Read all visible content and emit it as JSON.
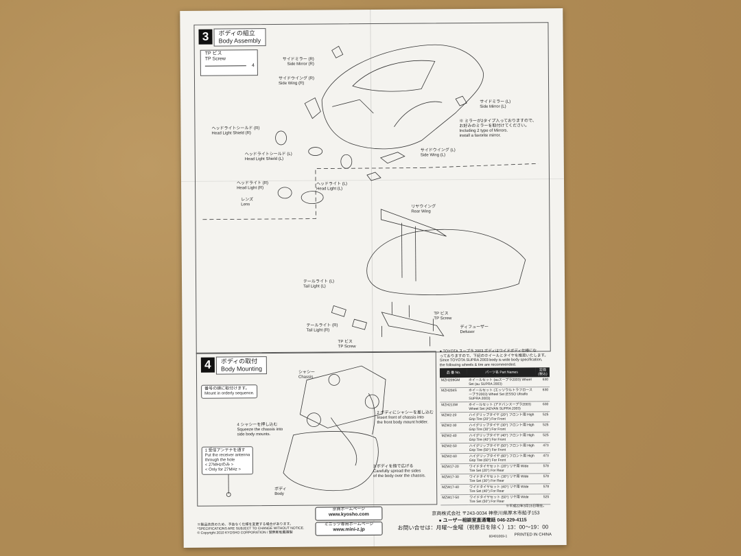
{
  "section3": {
    "number": "3",
    "title_jp": "ボディの組立",
    "title_en": "Body Assembly",
    "screw_box": {
      "jp": "TP ビス",
      "en": "TP Screw",
      "qty": "4"
    },
    "labels": {
      "side_mirror_r": [
        "サイドミラー (R)",
        "Side Mirror (R)"
      ],
      "side_wing_r": [
        "サイドウイング (R)",
        "Side Wing (R)"
      ],
      "side_mirror_l": [
        "サイドミラー (L)",
        "Side Mirror (L)"
      ],
      "headlight_shield_r": [
        "ヘッドライトシールド (R)",
        "Head Light Shield (R)"
      ],
      "headlight_shield_l": [
        "ヘッドライトシールド (L)",
        "Head Light Shield (L)"
      ],
      "side_wing_l": [
        "サイドウイング (L)",
        "Side Wing (L)"
      ],
      "headlight_r": [
        "ヘッドライト (R)",
        "Head Light (R)"
      ],
      "headlight_l": [
        "ヘッドライト (L)",
        "Head Light (L)"
      ],
      "lens": [
        "レンズ",
        "Lens"
      ],
      "rear_wing": [
        "リヤウイング",
        "Rear Wing"
      ],
      "tail_light_l": [
        "テールライト (L)",
        "Tail Light (L)"
      ],
      "tail_light_r": [
        "テールライト (R)",
        "Tail Light (R)"
      ],
      "tp_screw_a": [
        "TP ビス",
        "TP Screw"
      ],
      "tp_screw_b": [
        "TP ビス",
        "TP Screw"
      ],
      "diffuser": [
        "ディフューザー",
        "Defuser"
      ]
    },
    "mirror_note": [
      "※ ミラーが2タイプ入っておりますので、",
      "お好みのミラーを取付けてください。",
      "Including 2 type of Mirrors.",
      "install a favorite mirror."
    ]
  },
  "section4": {
    "number": "4",
    "title_jp": "ボディの取付",
    "title_en": "Body Mounting",
    "order_note": [
      "番号の順に取付けます。",
      "Mount in orderly sequence."
    ],
    "chassis": [
      "シャシー",
      "Chassis"
    ],
    "body": [
      "ボディ",
      "Body"
    ],
    "step1": [
      "1 受信アンテナを通す",
      "Put the receiver antenna",
      "through the hole",
      "< 27MHzのみ >",
      "< Only for 27MHz >"
    ],
    "step2": [
      "2 ボディにシャシーを差し込む",
      "Insert front of chassis into",
      "the front body mount holder."
    ],
    "step3": [
      "3 ボディを指で広げる",
      "Carefully spread the sides",
      "of the body over the chassis."
    ],
    "step4": [
      "4 シャシーを押し込む",
      "Squeeze the chassis into",
      "side body mounts."
    ]
  },
  "wide_body_note": [
    "● TOYOTA スープラ 2003 ボディはワイドボディ仕様にな",
    "っておりますので、下記のホイールとタイヤを推奨いたします。",
    "Since TOYOTA SUPRA 2003 body is wide body specification,",
    "the following wheels & tire are recommended."
  ],
  "parts_table": {
    "headers": [
      "品 番 No.",
      "パーツ名 Part Names",
      "定価 (税込)"
    ],
    "rows": [
      [
        "MZH209GM",
        "ホイールセット (auスープラ2003) Wheel Set (au SUPRA 2003)",
        "630"
      ],
      [
        "MZH204S",
        "ホイールセット (エッソウルトラフロースープラ2003) Wheel Set (ESSO Ultraflo SUPRA 2003)",
        "630"
      ],
      [
        "MZH213W",
        "ホイールセット (アドバンスープラ2003) Wheel Set (ADVAN SUPRA 2003)",
        "630"
      ],
      [
        "MZW2-20",
        "ハイグリップタイヤ (20°) フロント用 High Grip Tire (20°) For Front",
        "525"
      ],
      [
        "MZW2-30",
        "ハイグリップタイヤ (30°) フロント用 High Grip Tire (30°) For Front",
        "525"
      ],
      [
        "MZW2-40",
        "ハイグリップタイヤ (40°) フロント用 High Grip Tire (40°) For Front",
        "525"
      ],
      [
        "MZW2-50",
        "ハイグリップタイヤ (50°) フロント用 High Grip Tire (50°) For Front",
        "473"
      ],
      [
        "MZW2-60",
        "ハイグリップタイヤ (60°) フロント用 High Grip Tire (60°) For Front",
        "473"
      ],
      [
        "MZW17-20",
        "ワイドタイヤセット (20°) リヤ用 Wide Tire Set (20°) For Rear",
        "578"
      ],
      [
        "MZW17-30",
        "ワイドタイヤセット (30°) リヤ用 Wide Tire Set (30°) For Rear",
        "578"
      ],
      [
        "MZW17-40",
        "ワイドタイヤセット (40°) リヤ用 Wide Tire Set (40°) For Rear",
        "578"
      ],
      [
        "MZW17-50",
        "ワイドタイヤセット (50°) リヤ用 Wide Tire Set (50°) For Rear",
        "525"
      ]
    ],
    "footnote": "※平成22年3月15日現在。"
  },
  "footer": {
    "left": [
      "※製品改良のため、予告なく仕様を変更する場合があります。",
      "*SPECIFICATIONS ARE SUBJECT TO CHANGE WITHOUT NOTICE.",
      "© Copyright 2010 KYOSHO CORPORATION / 禁無断転載複製"
    ],
    "homepage_label": "京商ホームページ",
    "homepage_url": "www.kyosho.com",
    "mini_label": "ミニッツ専用ホームページ",
    "mini_url": "www.mini-z.jp",
    "company": "京商株式会社 〒243-0034 神奈川県厚木市船子153",
    "hotline": "● ユーザー相談室直通電話 046-229-4115",
    "hours": "お問い合せは：月曜〜金曜（祝祭日を除く）13：00〜19：00",
    "code": "60491069-1",
    "printed": "PRINTED IN CHINA"
  },
  "colors": {
    "table_header": "#222222",
    "paper": "#f4f3ef",
    "background": "#b5925c"
  }
}
